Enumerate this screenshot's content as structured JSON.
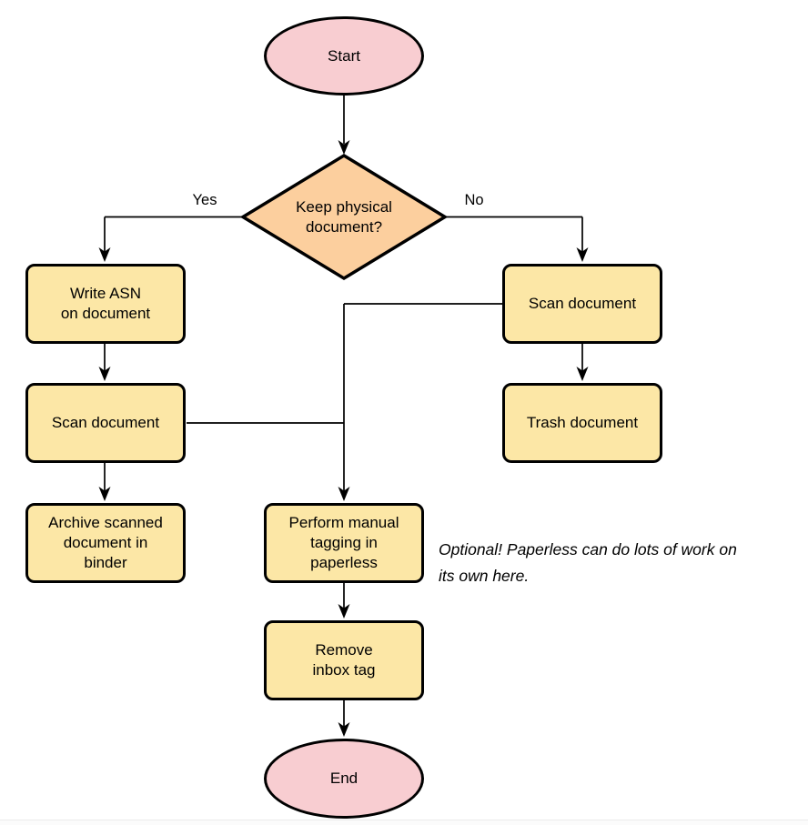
{
  "flowchart": {
    "nodes": {
      "start": {
        "label": "Start",
        "shape": "terminator"
      },
      "keep_physical": {
        "label": "Keep physical\ndocument?",
        "shape": "decision"
      },
      "write_asn": {
        "label": "Write ASN\non document",
        "shape": "process"
      },
      "scan_document_left": {
        "label": "Scan document",
        "shape": "process"
      },
      "archive_scanned": {
        "label": "Archive scanned\ndocument in\nbinder",
        "shape": "process"
      },
      "scan_document_right": {
        "label": "Scan document",
        "shape": "process"
      },
      "trash_document": {
        "label": "Trash document",
        "shape": "process"
      },
      "manual_tagging": {
        "label": "Perform manual\ntagging in\npaperless",
        "shape": "process"
      },
      "remove_inbox_tag": {
        "label": "Remove\ninbox tag",
        "shape": "process"
      },
      "end": {
        "label": "End",
        "shape": "terminator"
      }
    },
    "edge_labels": {
      "yes": "Yes",
      "no": "No"
    },
    "note": "Optional! Paperless can do lots of work on\nits own here.",
    "colors": {
      "terminator_fill": "#f8cdd1",
      "process_fill": "#fce7a6",
      "decision_fill": "#fccf9e",
      "stroke": "#000000",
      "background": "#ffffff"
    }
  }
}
